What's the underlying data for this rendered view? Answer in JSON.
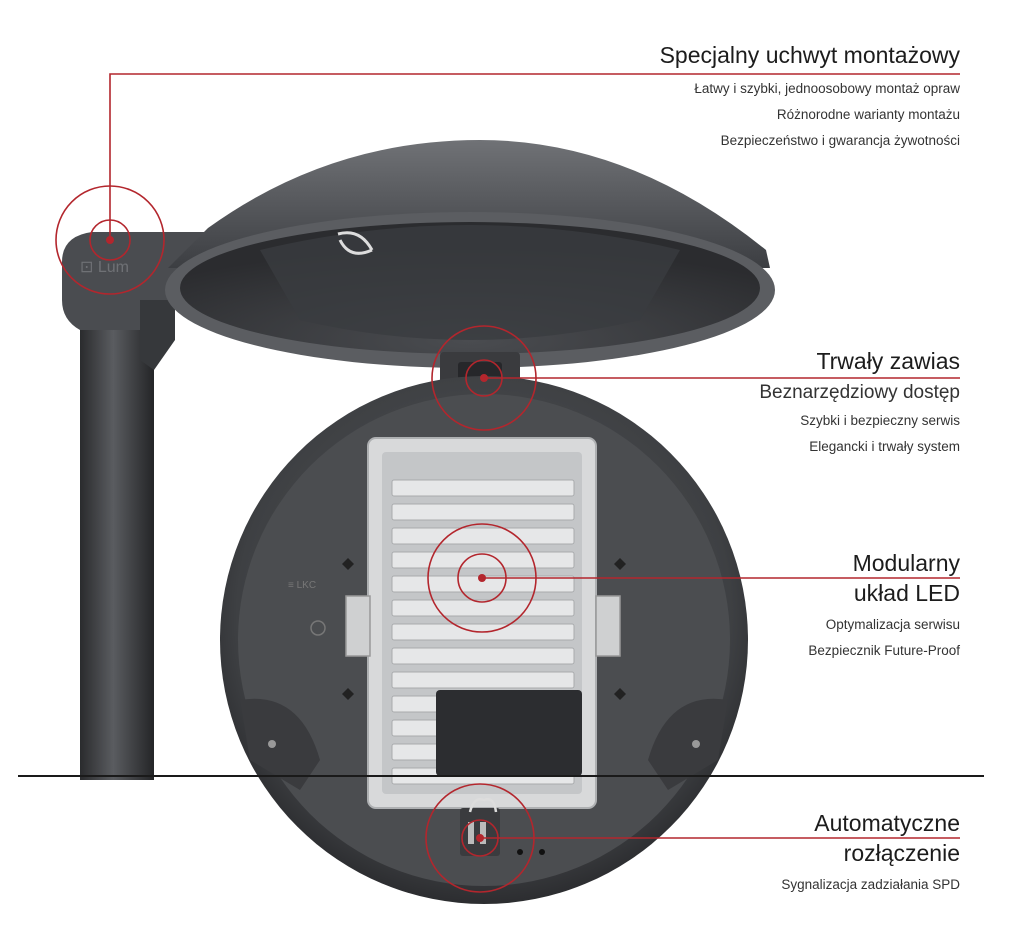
{
  "accent_color": "#b3262d",
  "callouts": {
    "mount": {
      "title": "Specjalny uchwyt montażowy",
      "lines": [
        "Łatwy i szybki, jednoosobowy montaż opraw",
        "Różnorodne warianty montażu",
        "Bezpieczeństwo i gwarancja żywotności"
      ]
    },
    "hinge": {
      "title": "Trwały zawias",
      "subtitle": "Beznarzędziowy dostęp",
      "lines": [
        "Szybki i bezpieczny serwis",
        "Elegancki i trwały system"
      ]
    },
    "led": {
      "title_line1": "Modularny",
      "title_line2": "układ LED",
      "lines": [
        "Optymalizacja serwisu",
        "Bezpiecznik Future-Proof"
      ]
    },
    "disconnect": {
      "title_line1": "Automatyczne",
      "title_line2": "rozłączenie",
      "lines": [
        "Sygnalizacja zadziałania SPD"
      ]
    }
  }
}
